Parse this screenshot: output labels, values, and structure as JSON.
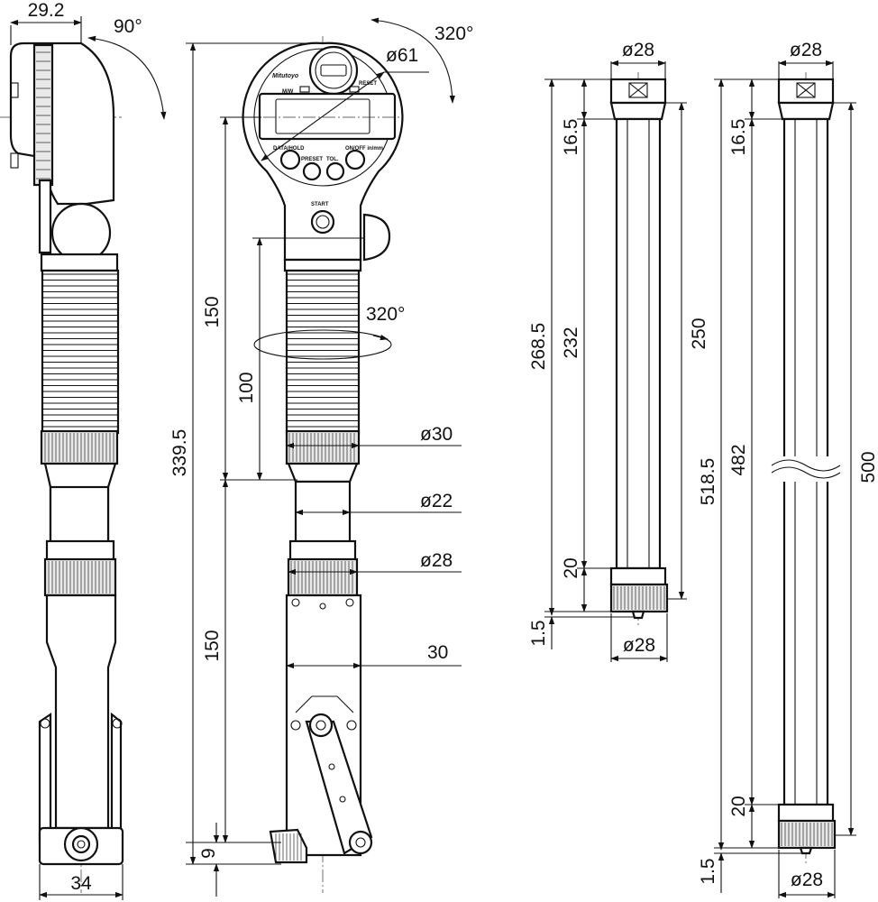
{
  "side_view": {
    "width_top": "29.2",
    "rotation_head": "90°",
    "width_bottom": "34"
  },
  "front_view": {
    "display": {
      "brand": "Mitutoyo",
      "mode_left": "M/W",
      "mode_right": "RESET",
      "btn_data_hold": "DATA/HOLD",
      "btn_on_off": "ON/OFF in/mm",
      "btn_preset": "PRESET",
      "btn_tol": "TOL.",
      "btn_start": "START"
    },
    "dia_head": "ø61",
    "rotation_display": "320°",
    "rotation_grip": "320°",
    "dia_grip": "ø30",
    "dia_shaft": "ø22",
    "dia_collar": "ø28",
    "width_housing": "30",
    "len_upper": "150",
    "len_grip": "100",
    "len_total": "339.5",
    "len_lower": "150",
    "len_tip": "9"
  },
  "rod_short": {
    "dia_top": "ø28",
    "dim_cap": "16.5",
    "dim_total": "268.5",
    "dim_mid": "232",
    "dim_outer": "250",
    "dim_knurl": "20",
    "dim_tip": "1.5",
    "dia_bottom": "ø28"
  },
  "rod_long": {
    "dia_top": "ø28",
    "dim_cap": "16.5",
    "dim_total": "518.5",
    "dim_mid": "482",
    "dim_outer": "500",
    "dim_knurl": "20",
    "dim_tip": "1.5",
    "dia_bottom": "ø28"
  }
}
